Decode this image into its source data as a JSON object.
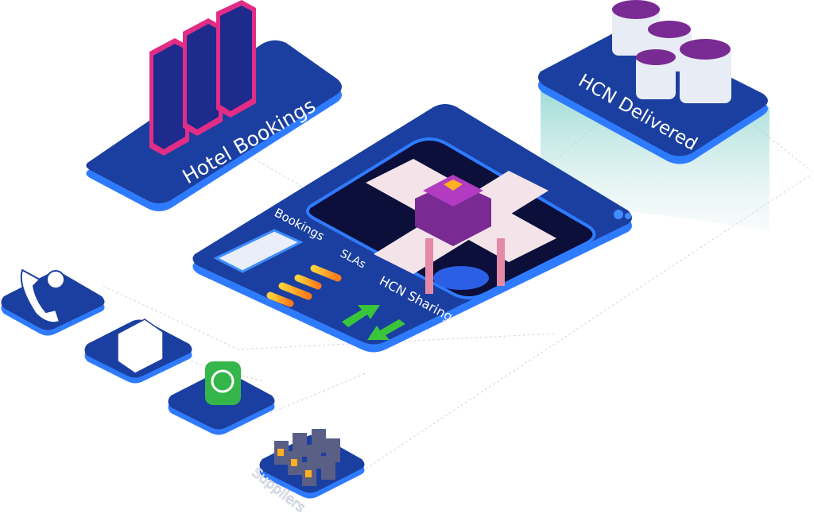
{
  "labels": {
    "hotel_bookings": "Hotel Bookings",
    "hcn_delivered": "HCN Delivered",
    "bookings": "Bookings",
    "slas": "SLAs",
    "hcn_sharing": "HCN Sharing",
    "suppliers": "Suppliers"
  },
  "colors": {
    "platform": "#1b3fa0",
    "platform_edge": "#2f7bff",
    "accent_orange": "#ff9a1f",
    "accent_green": "#39c53b",
    "accent_purple": "#8a2c9c"
  }
}
